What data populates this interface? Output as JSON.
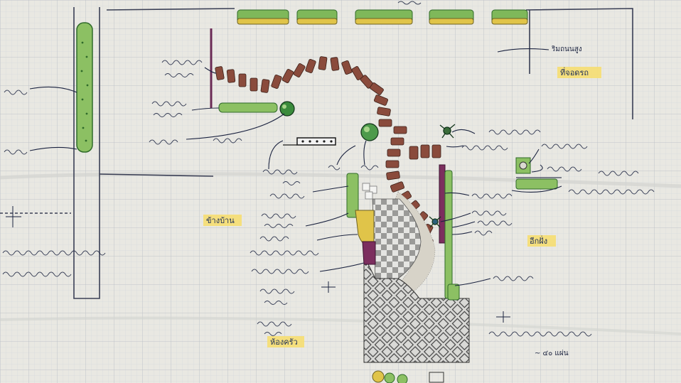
{
  "colors": {
    "paper": "#e9e8e2",
    "grid": "#c9cdd2",
    "ink": "#1b2340",
    "hedge_green": "#7fb85a",
    "hedge_dot": "#2f6a2a",
    "brick": "#8a4b3c",
    "marigold": "#e0c449",
    "purple": "#6a2a55",
    "highlight": "#f6de72",
    "paving": "#bdbdbd"
  },
  "labels": {
    "zone_right": "ที่จอดรถ",
    "zone_left": "ข้างบ้าน",
    "zone_bottom": "ห้องครัว",
    "zone_right_lower": "อีกฝั่ง",
    "note_top_right": "ริมถนนสูง",
    "note_bottom_right": "~ ๔๐ แผ่น"
  },
  "icons": [
    "plant-symbol-icon",
    "palm-tree-icon",
    "potted-plant-icon"
  ]
}
